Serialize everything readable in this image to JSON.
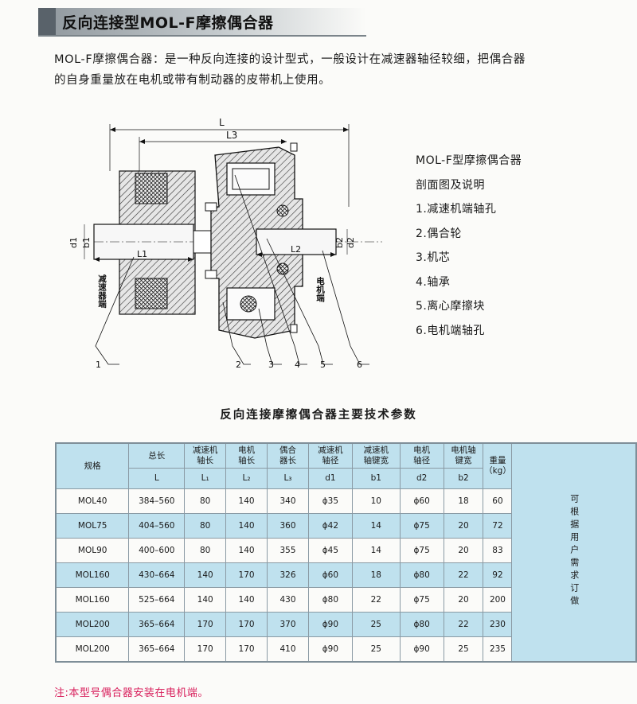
{
  "page": {
    "title": "反向连接型MOL-F摩擦偶合器",
    "intro_line1": "MOL-F摩擦偶合器：是一种反向连接的设计型式，一般设计在减速器轴径较细，把偶合器",
    "intro_line2": "的自身重量放在电机或带有制动器的皮带机上使用。"
  },
  "diagram": {
    "dims": {
      "L": "L",
      "L3": "L3",
      "L1": "L1",
      "L2": "L2",
      "d1": "d1",
      "b1": "b1",
      "d2": "d2",
      "b2": "b2"
    },
    "side_left": "减速器端",
    "side_right": "电机端",
    "callouts": [
      "1",
      "2",
      "3",
      "4",
      "5",
      "6"
    ]
  },
  "legend": {
    "title": "MOL-F型摩擦偶合器",
    "subtitle": "剖面图及说明",
    "items": [
      "1.减速机端轴孔",
      "2.偶合轮",
      "3.机芯",
      "4.轴承",
      "5.离心摩擦块",
      "6.电机端轴孔"
    ]
  },
  "table": {
    "title": "反向连接摩擦偶合器主要技术参数",
    "headers": {
      "model": "规格",
      "total": "总长",
      "l1": "减速机\n轴长",
      "l2": "电机\n轴长",
      "l3": "偶合\n器长",
      "d1": "减速机\n轴径",
      "b1": "减速机\n轴键宽",
      "d2": "电机\n轴径",
      "b2": "电机轴\n键宽",
      "weight": "重量\n（kg）"
    },
    "symbols": {
      "total": "L",
      "l1": "L₁",
      "l2": "L₂",
      "l3": "L₃",
      "d1": "d1",
      "b1": "b1",
      "d2": "d2",
      "b2": "b2"
    },
    "rows": [
      {
        "model": "MOL40",
        "L": "384–560",
        "L1": "80",
        "L2": "140",
        "L3": "340",
        "d1": "ϕ35",
        "b1": "10",
        "d2": "ϕ60",
        "b2": "18",
        "w": "60"
      },
      {
        "model": "MOL75",
        "L": "404–560",
        "L1": "80",
        "L2": "140",
        "L3": "360",
        "d1": "ϕ42",
        "b1": "14",
        "d2": "ϕ75",
        "b2": "20",
        "w": "72"
      },
      {
        "model": "MOL90",
        "L": "400–600",
        "L1": "80",
        "L2": "140",
        "L3": "355",
        "d1": "ϕ45",
        "b1": "14",
        "d2": "ϕ75",
        "b2": "20",
        "w": "83"
      },
      {
        "model": "MOL160",
        "L": "430–664",
        "L1": "140",
        "L2": "170",
        "L3": "326",
        "d1": "ϕ60",
        "b1": "18",
        "d2": "ϕ80",
        "b2": "22",
        "w": "92"
      },
      {
        "model": "MOL160",
        "L": "525–664",
        "L1": "140",
        "L2": "140",
        "L3": "430",
        "d1": "ϕ80",
        "b1": "22",
        "d2": "ϕ75",
        "b2": "20",
        "w": "200"
      },
      {
        "model": "MOL200",
        "L": "365–664",
        "L1": "170",
        "L2": "170",
        "L3": "370",
        "d1": "ϕ90",
        "b1": "25",
        "d2": "ϕ80",
        "b2": "22",
        "w": "230"
      },
      {
        "model": "MOL200",
        "L": "365–664",
        "L1": "170",
        "L2": "170",
        "L3": "410",
        "d1": "ϕ90",
        "b1": "25",
        "d2": "ϕ90",
        "b2": "25",
        "w": "235"
      }
    ],
    "side_note": "可根据用户需求订做"
  },
  "footer": "注:本型号偶合器安装在电机端。",
  "colors": {
    "table_blue": "#bfe1ee",
    "footer_red": "#d81e5b",
    "title_bar": "#8f979d"
  }
}
